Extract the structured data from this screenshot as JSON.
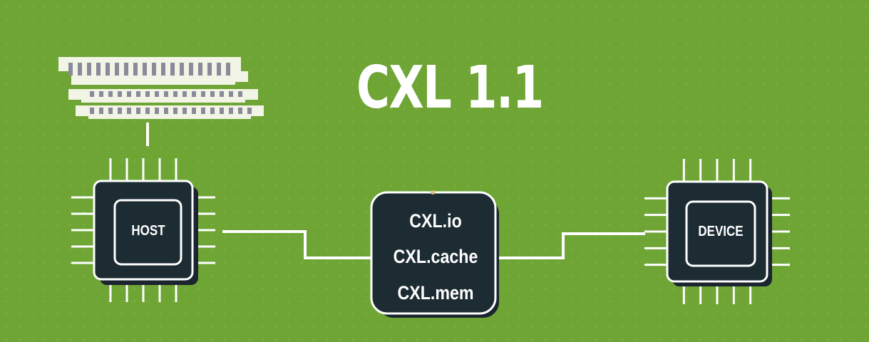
{
  "title": "CXL 1.1",
  "host": {
    "label": "HOST"
  },
  "device": {
    "label": "DEVICE"
  },
  "protocols": [
    "CXL.io",
    "CXL.cache",
    "CXL.mem"
  ],
  "colors": {
    "background": "#6ea534",
    "chip_fill": "#1d2b33",
    "line": "#ffffff",
    "memory_stick": "#f2f4e6",
    "memory_contact": "#8a8a9a"
  },
  "icons": [
    "memory-module-icon",
    "host-chip-icon",
    "device-chip-icon"
  ]
}
